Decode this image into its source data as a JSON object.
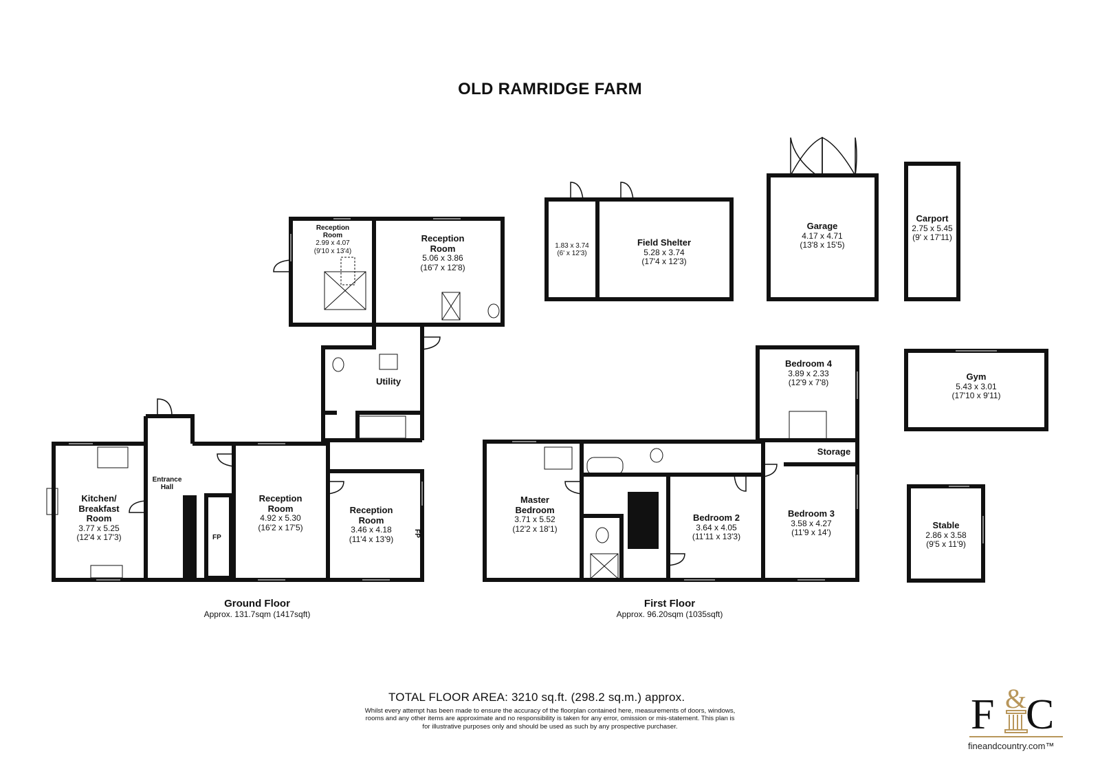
{
  "title": "OLD RAMRIDGE FARM",
  "rooms": {
    "reception_a": {
      "name_line1": "Reception",
      "name_line2": "Room",
      "metric": "2.99 x 4.07",
      "imperial": "(9'10 x 13'4)"
    },
    "reception_b": {
      "name_line1": "Reception",
      "name_line2": "Room",
      "metric": "5.06 x 3.86",
      "imperial": "(16'7 x 12'8)"
    },
    "utility": {
      "name": "Utility"
    },
    "entrance_hall": {
      "name_line1": "Entrance",
      "name_line2": "Hall"
    },
    "kitchen": {
      "name_line1": "Kitchen/",
      "name_line2": "Breakfast",
      "name_line3": "Room",
      "metric": "3.77 x 5.25",
      "imperial": "(12'4 x 17'3)"
    },
    "reception_c": {
      "name_line1": "Reception",
      "name_line2": "Room",
      "metric": "4.92 x 5.30",
      "imperial": "(16'2 x 17'5)"
    },
    "reception_d": {
      "name_line1": "Reception",
      "name_line2": "Room",
      "metric": "3.46 x 4.18",
      "imperial": "(11'4 x 13'9)"
    },
    "store_small": {
      "metric": "1.83 x 3.74",
      "imperial": "(6' x 12'3)"
    },
    "field_shelter": {
      "name": "Field Shelter",
      "metric": "5.28 x 3.74",
      "imperial": "(17'4 x 12'3)"
    },
    "garage": {
      "name": "Garage",
      "metric": "4.17 x 4.71",
      "imperial": "(13'8 x 15'5)"
    },
    "carport": {
      "name": "Carport",
      "metric": "2.75 x 5.45",
      "imperial": "(9' x 17'11)"
    },
    "bedroom4": {
      "name": "Bedroom 4",
      "metric": "3.89 x 2.33",
      "imperial": "(12'9 x 7'8)"
    },
    "storage": {
      "name": "Storage"
    },
    "gym": {
      "name": "Gym",
      "metric": "5.43 x 3.01",
      "imperial": "(17'10 x 9'11)"
    },
    "master": {
      "name_line1": "Master",
      "name_line2": "Bedroom",
      "metric": "3.71 x 5.52",
      "imperial": "(12'2 x 18'1)"
    },
    "bedroom2": {
      "name": "Bedroom 2",
      "metric": "3.64 x 4.05",
      "imperial": "(11'11 x 13'3)"
    },
    "bedroom3": {
      "name": "Bedroom 3",
      "metric": "3.58 x 4.27",
      "imperial": "(11'9 x 14')"
    },
    "stable": {
      "name": "Stable",
      "metric": "2.86 x 3.58",
      "imperial": "(9'5 x 11'9)"
    }
  },
  "fireplace_label": "FP",
  "floors": {
    "ground": {
      "name": "Ground Floor",
      "area": "Approx. 131.7sqm (1417sqft)"
    },
    "first": {
      "name": "First Floor",
      "area": "Approx. 96.20sqm (1035sqft)"
    }
  },
  "total_area": "TOTAL FLOOR AREA: 3210 sq.ft. (298.2 sq.m.) approx.",
  "disclaimer": "Whilst every attempt has been made to ensure the accuracy of the floorplan contained here, measurements of doors, windows, rooms and any other items are approximate and no responsibility is taken for any error, omission or mis-statement. This plan is for illustrative purposes only and should be used as such by any prospective purchaser.",
  "logo": {
    "letters_left": "F",
    "ampersand": "&",
    "letters_right": "C",
    "website": "fineandcountry.com™",
    "gold": "#b8965a"
  }
}
